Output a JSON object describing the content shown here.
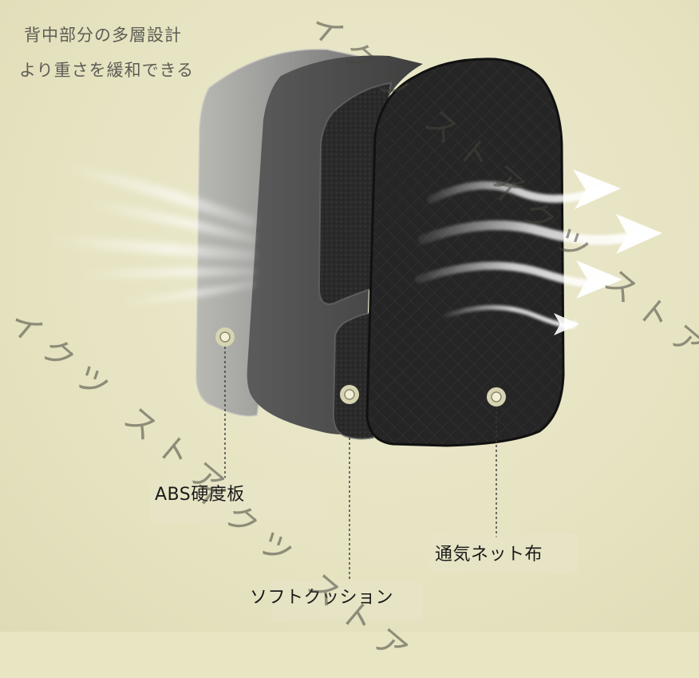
{
  "header": {
    "line1": "背中部分の多層設計",
    "line2": "より重さを緩和できる"
  },
  "labels": {
    "abs_board": "ABS硬度板",
    "mesh_fabric": "通気ネット布",
    "soft_cushion": "ソフトクッション"
  },
  "watermark": {
    "text": "イクツ ストア"
  },
  "colors": {
    "background": "#e8e5c3",
    "abs_layer": "#8a8a8a",
    "cushion_layer": "#4a4a4a",
    "foam": "#262626",
    "mesh_layer": "#232323",
    "airflow": "#ffffff"
  },
  "icons": {
    "rivet": "rivet-icon",
    "airflow": "airflow-arrow-icon"
  }
}
